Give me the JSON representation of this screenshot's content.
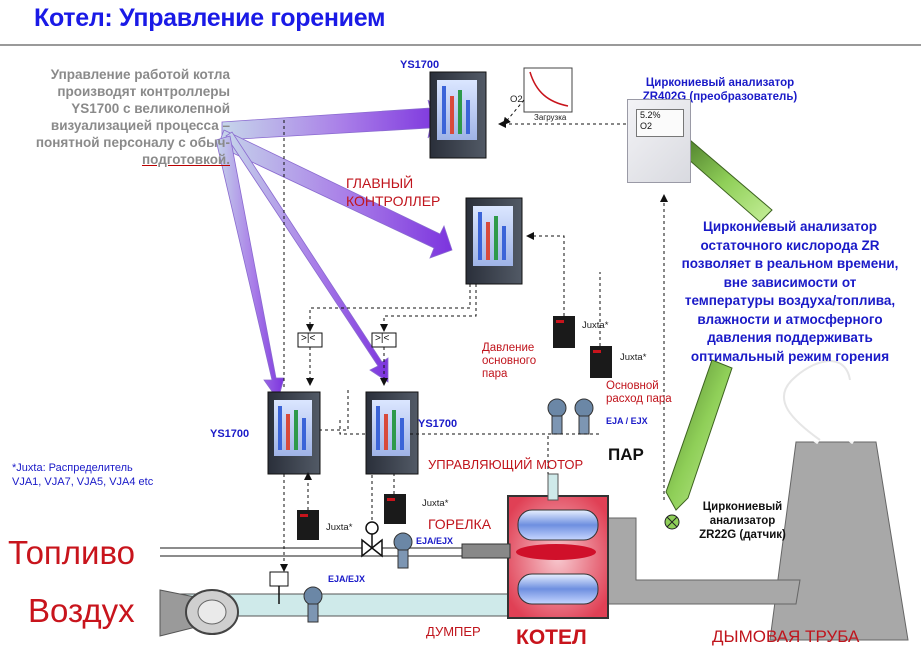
{
  "title": "Котел: Управление горением",
  "intro": {
    "lines": [
      "Управление работой котла",
      "производят контроллеры",
      "YS1700 с великолепной",
      "визуализацией процесса –",
      "понятной  персоналу с обыч-",
      "подготовкой."
    ]
  },
  "labels": {
    "main_controller": [
      "ГЛАВНЫЙ",
      "КОНТРОЛЛЕР"
    ],
    "ys1700_top": "YS1700",
    "ys1700_left": "YS1700",
    "ys1700_right": "YS1700",
    "main_steam_pressure": [
      "Давление",
      "основного",
      "пара"
    ],
    "main_steam_flow": [
      "Основной",
      "расход пара"
    ],
    "juxta_1": "Juxta*",
    "juxta_2": "Juxta*",
    "juxta_3": "Juxta*",
    "juxta_4": "Juxta*",
    "eja_top": "EJA / EJX",
    "eja_mid": "EJA/EJX",
    "eja_bottom": "EJA/EJX",
    "steam": "ПАР",
    "motor": "УПРАВЛЯЮЩИЙ МОТОР",
    "burner": "ГОРЕЛКА",
    "damper": "ДУМПЕР",
    "boiler": "КОТЕЛ",
    "stack": "ДЫМОВАЯ ТРУБА",
    "fuel": "Топливо",
    "air": "Воздух",
    "o2_axis": "O2",
    "load_axis": "Загрузка",
    "selector_1": ">|<",
    "selector_2": ">|<"
  },
  "analyzer": {
    "title": [
      "Циркониевый анализатор",
      "ZR402G (преобразователь)"
    ],
    "display_value": "5.2%",
    "display_unit": "O2"
  },
  "sensor": {
    "title": [
      "Циркониевый",
      "анализатор",
      "ZR22G (датчик)"
    ]
  },
  "zr_description": [
    "Циркониевый анализатор",
    "остаточного кислорода ZR",
    "позволяет в реальном времени,",
    "вне зависимости от",
    "температуры воздуха/топлива,",
    "влажности и атмосферного",
    "давления  поддерживать",
    "оптимальный режим горения"
  ],
  "juxta_note": [
    "*Juxta: Распределитель",
    "VJA1, VJA7, VJA5, VJA4 etc"
  ],
  "colors": {
    "title": "#1a1ae6",
    "label_red": "#c0141c",
    "label_blue": "#1a1ac8",
    "pipe_fill": "#cfeaea",
    "stack_fill": "#a8a8a8",
    "boiler_fill": "#e8334a",
    "arrow_start": "#c6d6ea",
    "arrow_end": "#8a3ee0"
  },
  "icons": [
    "controller-icon",
    "transmitter-icon",
    "distributor-icon",
    "valve-icon",
    "fan-icon",
    "flame-icon",
    "sensor-icon",
    "analyzer-icon"
  ]
}
